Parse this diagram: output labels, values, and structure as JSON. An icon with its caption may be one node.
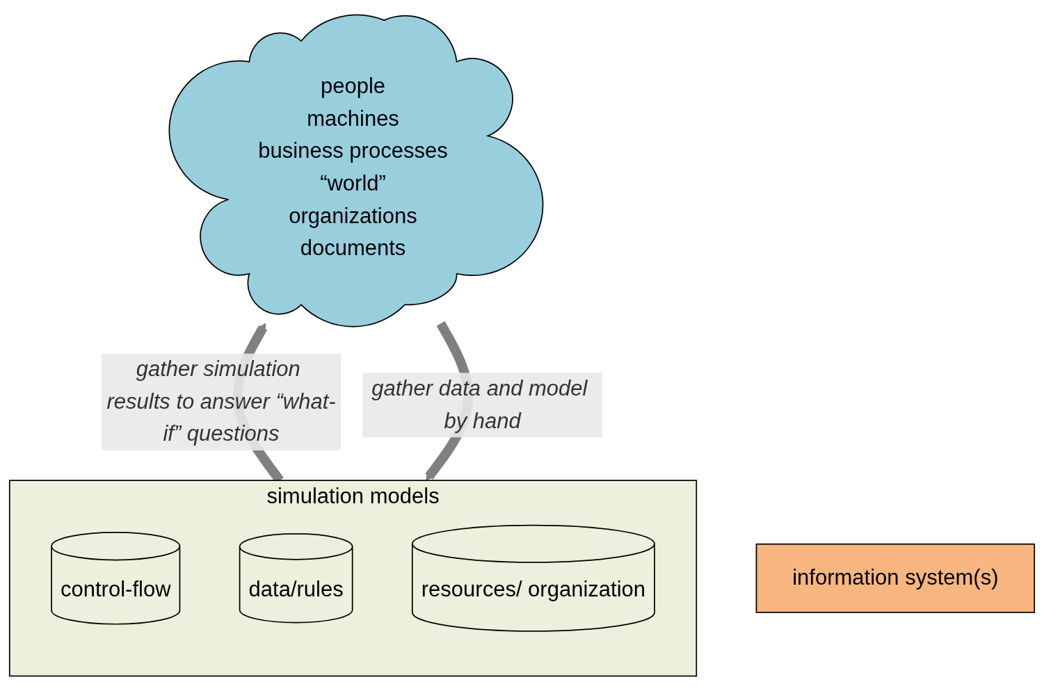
{
  "diagram": {
    "nodes": [
      {
        "text": [
          "people",
          "machines",
          "business processes",
          "“world”",
          "organizations",
          "documents"
        ]
      },
      {
        "text": [
          "information system(s)"
        ]
      },
      {
        "text": [
          "simulation models"
        ]
      },
      {
        "text": [
          "control-flow"
        ],
        "in": 2
      },
      {
        "text": [
          "data/rules"
        ],
        "in": 2
      },
      {
        "text": [
          "resources/ organization"
        ],
        "in": 2
      }
    ],
    "edges": [
      {
        "from": 0,
        "to": 2,
        "arrow": "to",
        "label": "gather data and model by hand"
      },
      {
        "from": 2,
        "to": 0,
        "arrow": "to",
        "label": "gather simulation results to answer “what-if” questions"
      }
    ]
  }
}
